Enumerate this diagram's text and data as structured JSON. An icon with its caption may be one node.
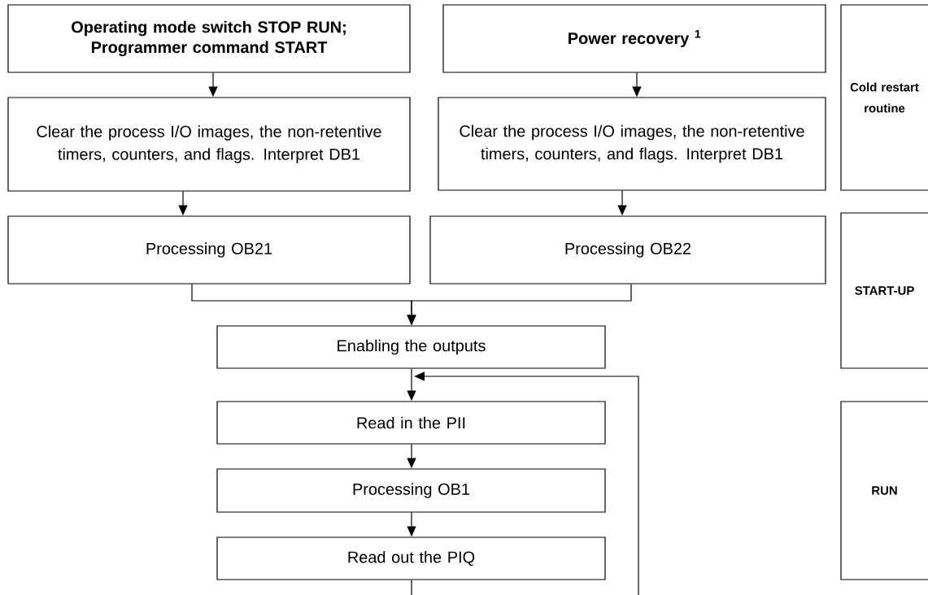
{
  "diagram": {
    "nodes": [
      {
        "text": [
          "Operating mode switch  STOP RUN; Programmer command START"
        ]
      },
      {
        "text": [
          "Power recovery $^{1}$"
        ]
      },
      {
        "text": [
          "Clear the process I/O images, the non-retentive timers, counters, and flags. Interpret DB1"
        ]
      },
      {
        "text": [
          "Clear the process I/O images, the  non-retentive timers, counters, and flags. Interpret DB1"
        ]
      },
      {
        "text": [
          "Processing OB21"
        ]
      },
      {
        "text": [
          "Processing OB22"
        ]
      },
      {
        "text": [
          "Enabling the outputs"
        ]
      },
      {
        "text": [
          "Read in the PII"
        ]
      },
      {
        "text": [
          "Processing OB1"
        ]
      },
      {
        "text": [
          "Read out the PIQ"
        ]
      },
      {
        "text": [
          "Cold restart routine"
        ]
      },
      {
        "text": [
          "START-UP"
        ]
      },
      {
        "text": [
          "RUN"
        ]
      }
    ],
    "edges": [
      {
        "from": 0,
        "to": 2,
        "arrow": "to"
      },
      {
        "from": 1,
        "to": 3,
        "arrow": "to"
      },
      {
        "from": 2,
        "to": 4,
        "arrow": "to"
      },
      {
        "from": 3,
        "to": 5,
        "arrow": "to"
      },
      {
        "from": 4,
        "to": 6,
        "arrow": "to"
      },
      {
        "from": 5,
        "to": 6,
        "arrow": "to"
      },
      {
        "from": 6,
        "to": 7,
        "arrow": "to"
      },
      {
        "from": 7,
        "to": 8,
        "arrow": "to"
      },
      {
        "from": 8,
        "to": 9,
        "arrow": "to"
      },
      {
        "from": 9,
        "to": null,
        "arrow": "none"
      },
      {
        "from": null,
        "to": 7,
        "arrow": "to"
      }
    ]
  }
}
